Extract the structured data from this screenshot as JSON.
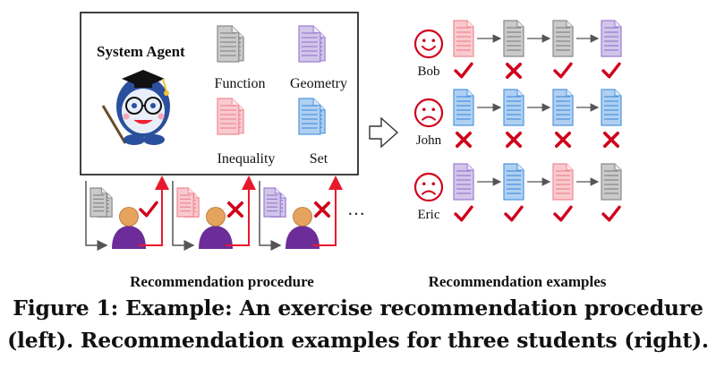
{
  "system_agent": {
    "title": "System Agent",
    "categories": [
      {
        "label": "Function",
        "color": "#8a8a8a"
      },
      {
        "label": "Geometry",
        "color": "#9b7fd0"
      },
      {
        "label": "Inequality",
        "color": "#f08a94"
      },
      {
        "label": "Set",
        "color": "#4f96e0"
      }
    ]
  },
  "procedure": {
    "label": "Recommendation procedure",
    "steps": [
      {
        "doc": "Function",
        "mark": "check"
      },
      {
        "doc": "Inequality",
        "mark": "cross"
      },
      {
        "doc": "Geometry",
        "mark": "cross"
      }
    ],
    "ellipsis": "…"
  },
  "examples": {
    "label": "Recommendation examples",
    "students": [
      {
        "name": "Bob",
        "mood": "happy",
        "docs": [
          "Inequality",
          "Function",
          "Function",
          "Geometry"
        ],
        "marks": [
          "check",
          "cross",
          "check",
          "check"
        ]
      },
      {
        "name": "John",
        "mood": "sad",
        "docs": [
          "Set",
          "Set",
          "Set",
          "Set"
        ],
        "marks": [
          "cross",
          "cross",
          "cross",
          "cross"
        ]
      },
      {
        "name": "Eric",
        "mood": "sad",
        "docs": [
          "Geometry",
          "Set",
          "Inequality",
          "Function"
        ],
        "marks": [
          "check",
          "check",
          "check",
          "check"
        ]
      }
    ]
  },
  "caption": {
    "line1": "Figure 1: Example: An exercise recommendation procedure",
    "line2": "(left). Recommendation examples for three students (right)."
  },
  "colors": {
    "mark": "#d0021b",
    "arrow_red": "#e8192c"
  }
}
